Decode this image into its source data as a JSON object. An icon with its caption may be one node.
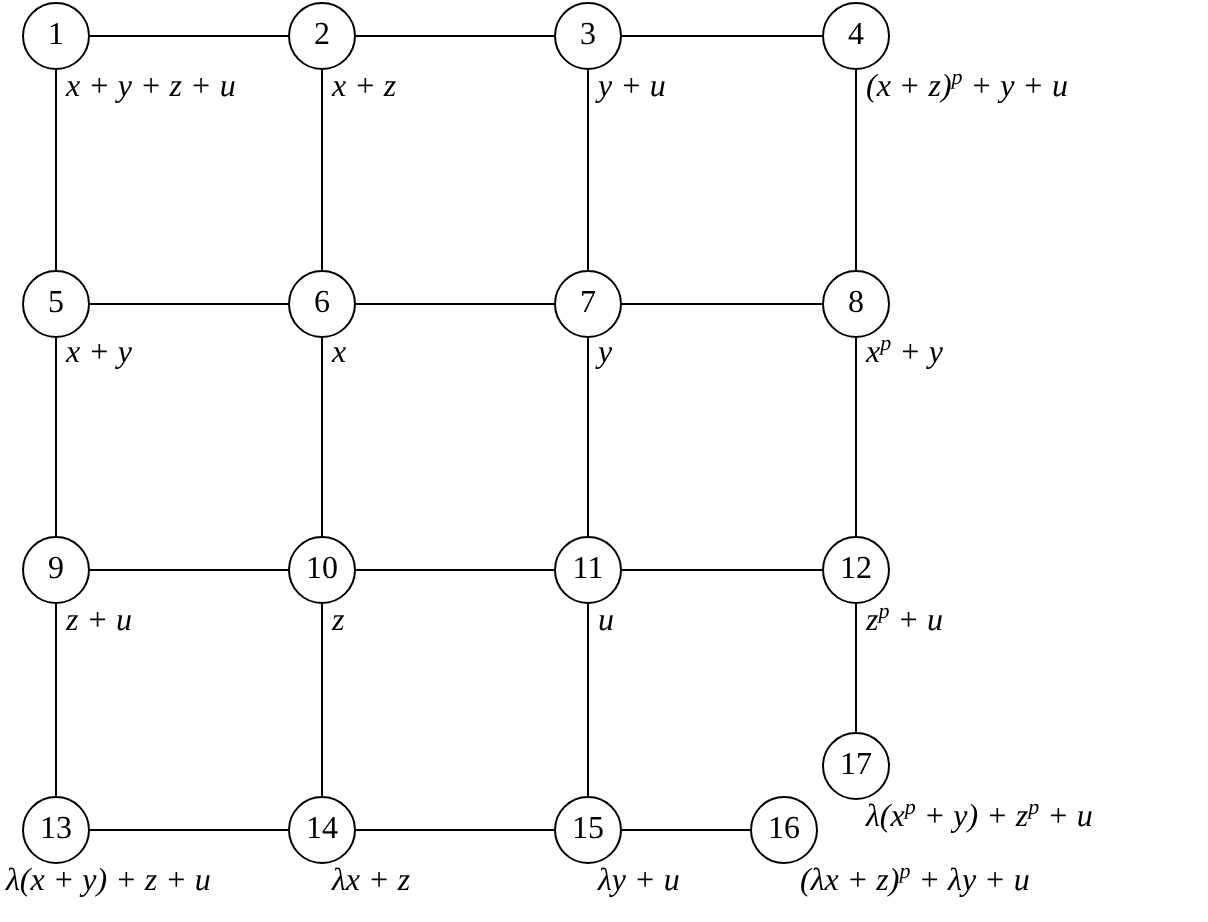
{
  "diagram": {
    "nodes": [
      {
        "text": [
          "1"
        ],
        "beside": [
          "x + y + z + u"
        ]
      },
      {
        "text": [
          "2"
        ],
        "beside": [
          "x + z"
        ]
      },
      {
        "text": [
          "3"
        ],
        "beside": [
          "y + u"
        ]
      },
      {
        "text": [
          "4"
        ],
        "beside": [
          "(x + z)$^{p}$ + y + u"
        ]
      },
      {
        "text": [
          "5"
        ],
        "beside": [
          "x + y"
        ]
      },
      {
        "text": [
          "6"
        ],
        "beside": [
          "x"
        ]
      },
      {
        "text": [
          "7"
        ],
        "beside": [
          "y"
        ]
      },
      {
        "text": [
          "8"
        ],
        "beside": [
          "x$^{p}$ + y"
        ]
      },
      {
        "text": [
          "9"
        ],
        "beside": [
          "z + u"
        ]
      },
      {
        "text": [
          "10"
        ],
        "beside": [
          "z"
        ]
      },
      {
        "text": [
          "11"
        ],
        "beside": [
          "u"
        ]
      },
      {
        "text": [
          "12"
        ],
        "beside": [
          "z$^{p}$ + u"
        ]
      },
      {
        "text": [
          "13"
        ],
        "beside": [
          "λ(x + y) + z + u"
        ]
      },
      {
        "text": [
          "14"
        ],
        "beside": [
          "λx + z"
        ]
      },
      {
        "text": [
          "15"
        ],
        "beside": [
          "λy + u"
        ]
      },
      {
        "text": [
          "16"
        ],
        "beside": [
          "(λx + z)$^{p}$ + λy + u"
        ]
      },
      {
        "text": [
          "17"
        ],
        "beside": [
          "λ(x$^{p}$ + y) + z$^{p}$ + u"
        ]
      }
    ],
    "edges": [
      {
        "from": 0,
        "to": 1,
        "arrow": "none"
      },
      {
        "from": 1,
        "to": 2,
        "arrow": "none"
      },
      {
        "from": 2,
        "to": 3,
        "arrow": "none"
      },
      {
        "from": 0,
        "to": 4,
        "arrow": "none"
      },
      {
        "from": 1,
        "to": 5,
        "arrow": "none"
      },
      {
        "from": 2,
        "to": 6,
        "arrow": "none"
      },
      {
        "from": 3,
        "to": 7,
        "arrow": "none"
      },
      {
        "from": 4,
        "to": 5,
        "arrow": "none"
      },
      {
        "from": 5,
        "to": 6,
        "arrow": "none"
      },
      {
        "from": 6,
        "to": 7,
        "arrow": "none"
      },
      {
        "from": 4,
        "to": 8,
        "arrow": "none"
      },
      {
        "from": 5,
        "to": 9,
        "arrow": "none"
      },
      {
        "from": 6,
        "to": 10,
        "arrow": "none"
      },
      {
        "from": 7,
        "to": 11,
        "arrow": "none"
      },
      {
        "from": 8,
        "to": 9,
        "arrow": "none"
      },
      {
        "from": 9,
        "to": 10,
        "arrow": "none"
      },
      {
        "from": 10,
        "to": 11,
        "arrow": "none"
      },
      {
        "from": 8,
        "to": 12,
        "arrow": "none"
      },
      {
        "from": 9,
        "to": 13,
        "arrow": "none"
      },
      {
        "from": 10,
        "to": 14,
        "arrow": "none"
      },
      {
        "from": 11,
        "to": 16,
        "arrow": "none"
      },
      {
        "from": 12,
        "to": 13,
        "arrow": "none"
      },
      {
        "from": 13,
        "to": 14,
        "arrow": "none"
      },
      {
        "from": 14,
        "to": 15,
        "arrow": "none"
      }
    ]
  }
}
